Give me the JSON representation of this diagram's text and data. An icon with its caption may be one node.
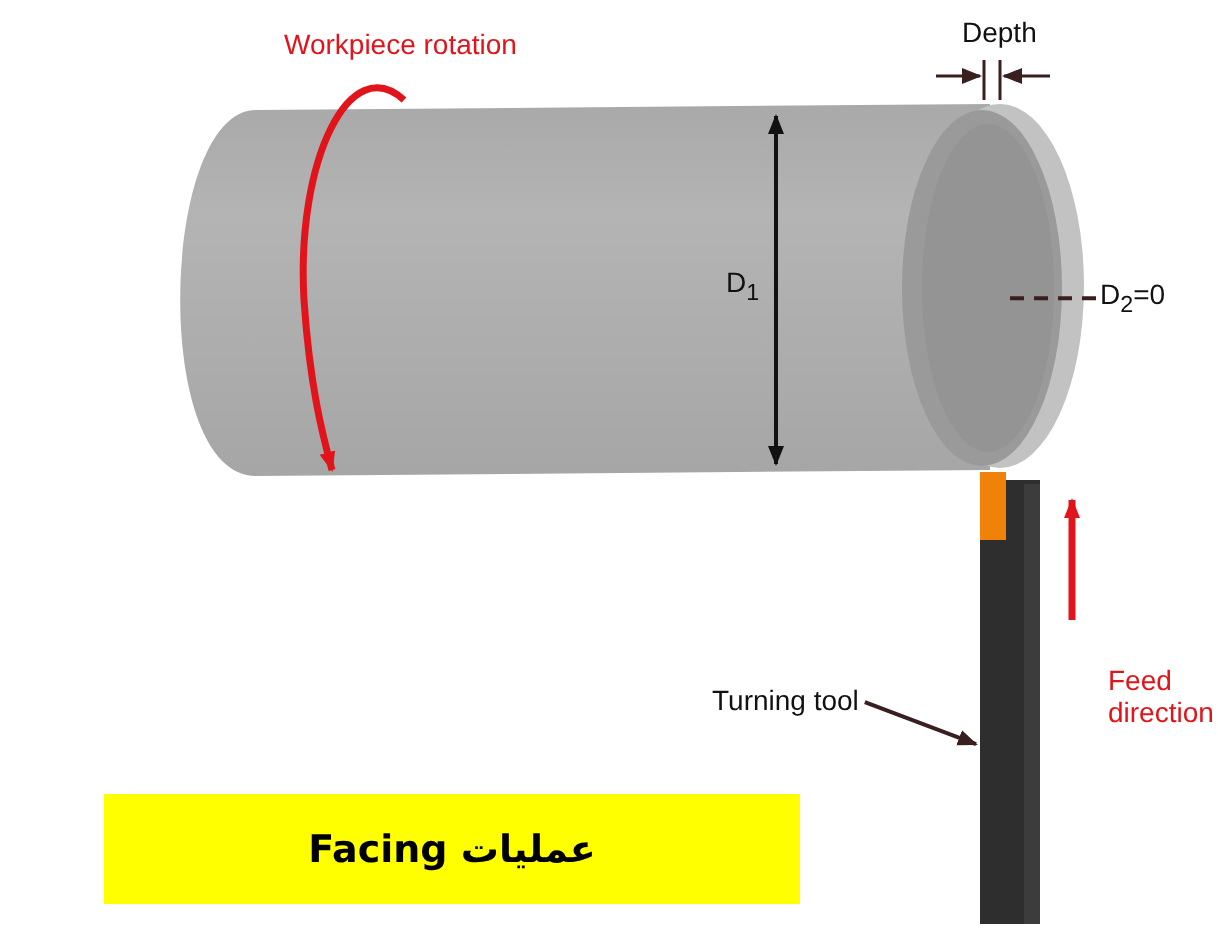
{
  "diagram": {
    "title": "عملیات Facing",
    "nodes": [
      {
        "text": [
          "Turning tool"
        ]
      },
      {
        "text": [],
        "shape": "bar"
      },
      {
        "text": [
          "D$_{2}$=0"
        ]
      }
    ],
    "edges": [
      {
        "from": 0,
        "to": 1,
        "arrow": "to"
      },
      {
        "from": 2,
        "to": null,
        "arrow": "none",
        "style": "dashed"
      }
    ],
    "labels": [
      "Workpiece rotation",
      "Depth",
      "D$_{1}$",
      "Feed direction"
    ]
  }
}
